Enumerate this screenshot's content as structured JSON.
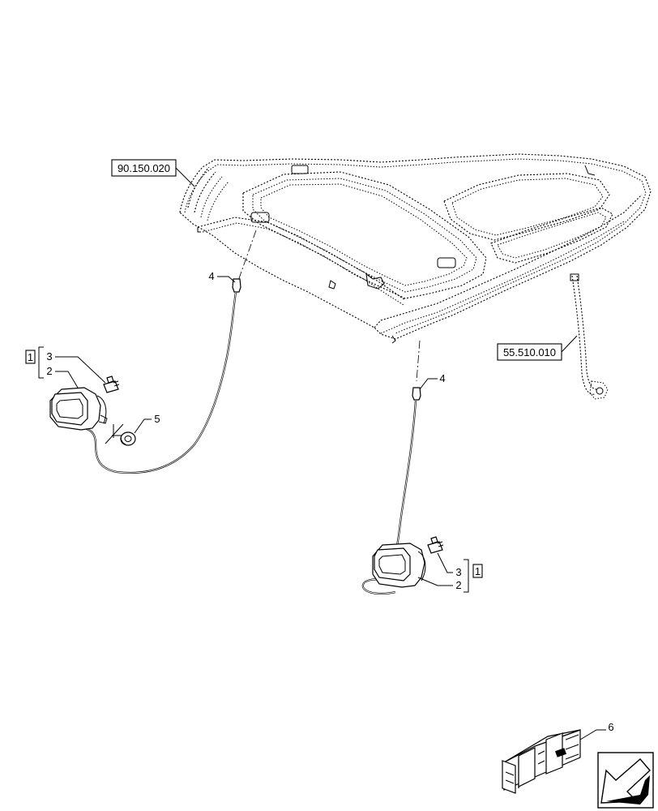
{
  "references": {
    "cab_roof": "90.150.020",
    "harness": "55.510.010"
  },
  "callouts": {
    "left_group_box": "1",
    "left_item_3": "3",
    "left_item_2": "2",
    "left_cable_4": "4",
    "grommet_5": "5",
    "right_cable_4": "4",
    "right_item_3": "3",
    "right_item_2": "2",
    "right_group_box": "1",
    "kit_6": "6"
  },
  "icons": {
    "kit": "crate-icon",
    "navigation": "arrow-down-left-icon"
  }
}
